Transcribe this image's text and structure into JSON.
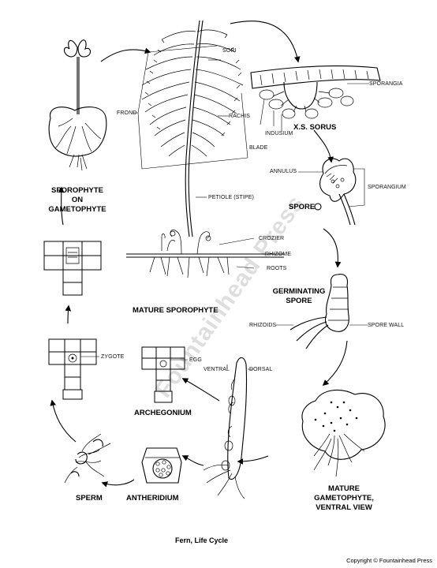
{
  "diagram": {
    "caption": "Fern, Life Cycle",
    "copyright": "Copyright © Fountainhead Press",
    "watermark": "Fountainhead Press",
    "stages": {
      "sporophyte_on_gametophyte": "SPOROPHYTE ON GAMETOPHYTE",
      "sporophyte_on_gametophyte_lines": [
        "SPOROPHYTE",
        "ON",
        "GAMETOPHYTE"
      ],
      "mature_sporophyte": "MATURE SPOROPHYTE",
      "xs_sorus": "X.S. SORUS",
      "spore": "SPORE",
      "germinating_spore_lines": [
        "GERMINATING",
        "SPORE"
      ],
      "mature_gametophyte_lines": [
        "MATURE",
        "GAMETOPHYTE,",
        "VENTRAL VIEW"
      ],
      "archegonium": "ARCHEGONIUM",
      "antheridium": "ANTHERIDIUM",
      "sperm": "SPERM"
    },
    "labels": {
      "sori": "SORI",
      "frond": "FROND",
      "rachis": "RACHIS",
      "blade": "BLADE",
      "petiole": "PETIOLE (STIPE)",
      "crozier": "CROZIER",
      "rhizome": "RHIZOME",
      "roots": "ROOTS",
      "sporangia": "SPORANGIA",
      "indusium": "INDUSIUM",
      "annulus": "ANNULUS",
      "sporangium": "SPORANGIUM",
      "rhizoids": "RHIZOIDS",
      "spore_wall": "SPORE WALL",
      "zygote": "ZYGOTE",
      "egg": "EGG",
      "ventral": "VENTRAL",
      "dorsal": "DORSAL"
    }
  }
}
